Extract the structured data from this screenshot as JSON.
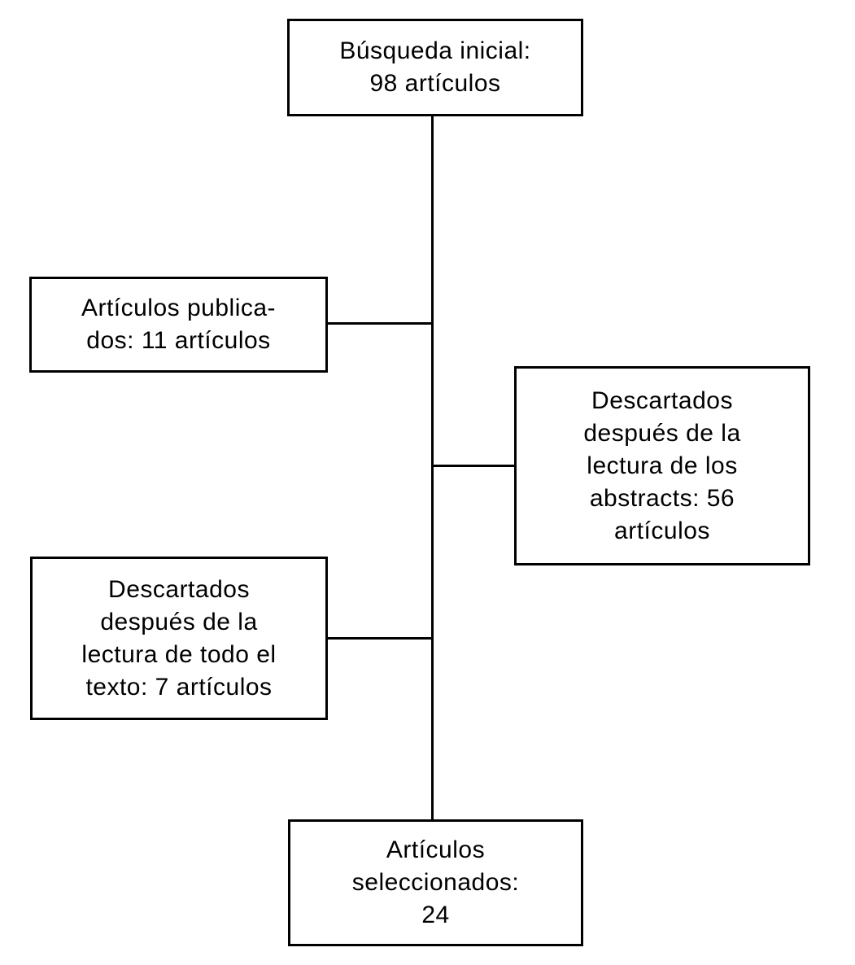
{
  "diagram": {
    "type": "flowchart",
    "language": "es",
    "colors": {
      "background": "#ffffff",
      "line": "#000000",
      "text": "#000000"
    },
    "nodes": [
      {
        "id": "busqueda-inicial",
        "text": "Búsqueda inicial:\n98 artículos"
      },
      {
        "id": "articulos-publicados",
        "text": "Artículos publica-\ndos: 11 artículos"
      },
      {
        "id": "descartados-abstracts",
        "text": "Descartados\ndespués de la\nlectura de los\nabstracts: 56\nartículos"
      },
      {
        "id": "descartados-texto",
        "text": "Descartados\ndespués de la\nlectura de todo el\ntexto: 7 artículos"
      },
      {
        "id": "articulos-seleccionados",
        "text": "Artículos\nseleccionados:\n24"
      }
    ],
    "edges": [
      {
        "from": "busqueda-inicial",
        "to": "articulos-publicados"
      },
      {
        "from": "busqueda-inicial",
        "to": "descartados-abstracts"
      },
      {
        "from": "busqueda-inicial",
        "to": "descartados-texto"
      },
      {
        "from": "busqueda-inicial",
        "to": "articulos-seleccionados"
      }
    ],
    "counts": {
      "busqueda_inicial": 98,
      "articulos_publicados": 11,
      "descartados_abstracts": 56,
      "descartados_texto": 7,
      "articulos_seleccionados": 24
    }
  }
}
